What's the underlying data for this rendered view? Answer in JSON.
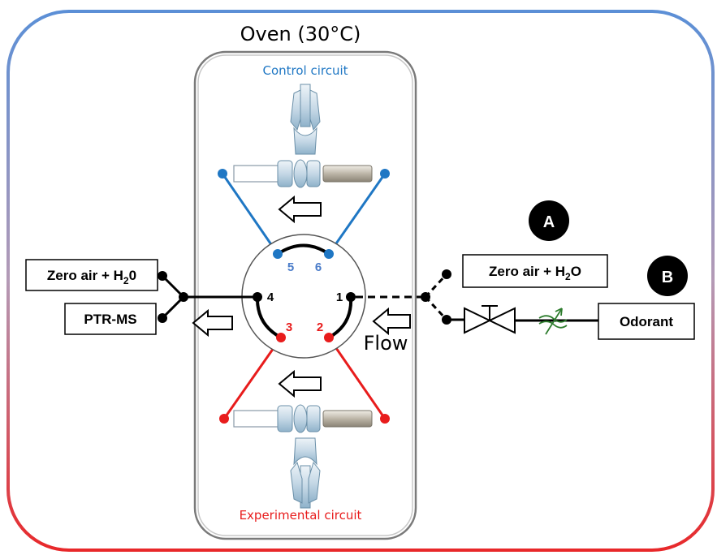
{
  "oven": {
    "title": "Oven (30°C)"
  },
  "circuits": {
    "control_label": "Control circuit",
    "experimental_label": "Experimental circuit"
  },
  "ports": [
    "1",
    "2",
    "3",
    "4",
    "5",
    "6"
  ],
  "left_boxes": {
    "zero_air": {
      "main": "Zero air + H",
      "sub": "2",
      "tail": "0"
    },
    "ptr_ms": "PTR-MS"
  },
  "right_boxes": {
    "zero_air": {
      "main": "Zero air + H",
      "sub": "2",
      "tail": "O"
    },
    "odorant": "Odorant"
  },
  "badges": {
    "a": "A",
    "b": "B"
  },
  "flow_label": "Flow",
  "colors": {
    "control": "#1f77c4",
    "experimental": "#e81c1c",
    "frame_top": "#5b8fd6",
    "frame_bottom": "#e8282a",
    "port_label_blue": "#4a7cc9"
  }
}
